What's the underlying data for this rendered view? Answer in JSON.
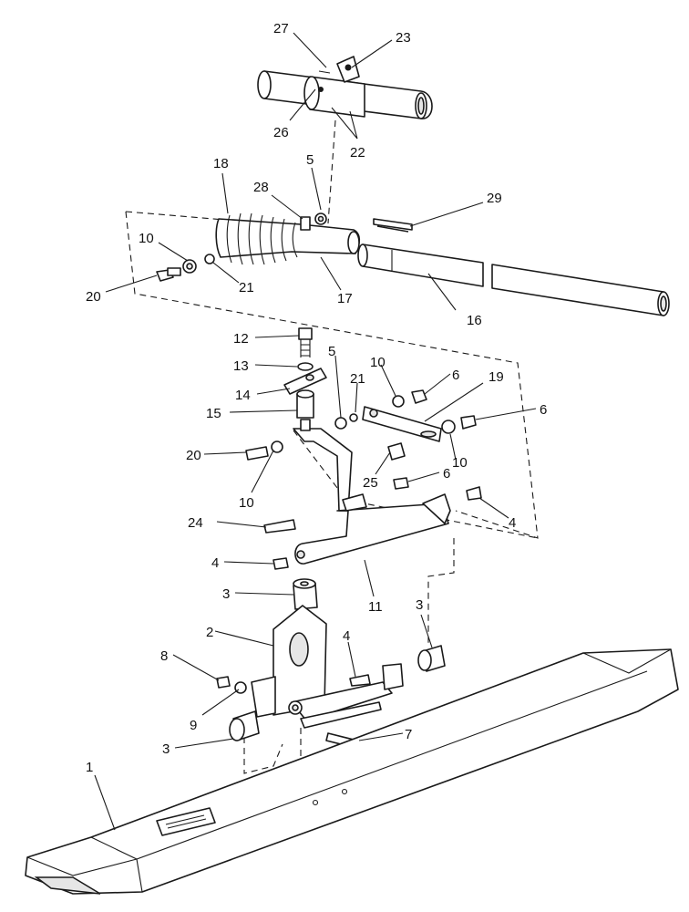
{
  "callouts": [
    {
      "id": "c27",
      "label": "27"
    },
    {
      "id": "c23",
      "label": "23"
    },
    {
      "id": "c26",
      "label": "26"
    },
    {
      "id": "c22",
      "label": "22"
    },
    {
      "id": "c18",
      "label": "18"
    },
    {
      "id": "c5a",
      "label": "5"
    },
    {
      "id": "c28",
      "label": "28"
    },
    {
      "id": "c29",
      "label": "29"
    },
    {
      "id": "c10a",
      "label": "10"
    },
    {
      "id": "c20a",
      "label": "20"
    },
    {
      "id": "c21a",
      "label": "21"
    },
    {
      "id": "c17",
      "label": "17"
    },
    {
      "id": "c16",
      "label": "16"
    },
    {
      "id": "c12",
      "label": "12"
    },
    {
      "id": "c13",
      "label": "13"
    },
    {
      "id": "c14",
      "label": "14"
    },
    {
      "id": "c15",
      "label": "15"
    },
    {
      "id": "c5b",
      "label": "5"
    },
    {
      "id": "c21b",
      "label": "21"
    },
    {
      "id": "c10b",
      "label": "10"
    },
    {
      "id": "c6a",
      "label": "6"
    },
    {
      "id": "c19",
      "label": "19"
    },
    {
      "id": "c6b",
      "label": "6"
    },
    {
      "id": "c10c",
      "label": "10"
    },
    {
      "id": "c20b",
      "label": "20"
    },
    {
      "id": "c25",
      "label": "25"
    },
    {
      "id": "c6c",
      "label": "6"
    },
    {
      "id": "c10d",
      "label": "10"
    },
    {
      "id": "c24",
      "label": "24"
    },
    {
      "id": "c4a",
      "label": "4"
    },
    {
      "id": "c4b",
      "label": "4"
    },
    {
      "id": "c11",
      "label": "11"
    },
    {
      "id": "c3a",
      "label": "3"
    },
    {
      "id": "c3b",
      "label": "3"
    },
    {
      "id": "c2",
      "label": "2"
    },
    {
      "id": "c4c",
      "label": "4"
    },
    {
      "id": "c8",
      "label": "8"
    },
    {
      "id": "c9",
      "label": "9"
    },
    {
      "id": "c7",
      "label": "7"
    },
    {
      "id": "c3c",
      "label": "3"
    },
    {
      "id": "c1",
      "label": "1"
    }
  ]
}
